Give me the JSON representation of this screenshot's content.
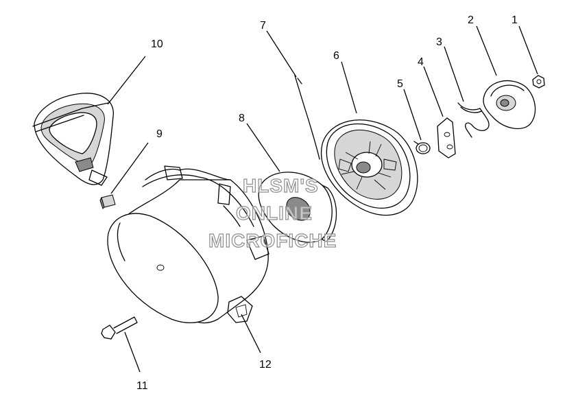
{
  "callouts": [
    "1",
    "2",
    "3",
    "4",
    "5",
    "6",
    "7",
    "8",
    "9",
    "10",
    "11",
    "12"
  ],
  "watermark": {
    "line1": "HLSM'S",
    "line2": "ONLINE",
    "line3": "MICROFICHE"
  }
}
